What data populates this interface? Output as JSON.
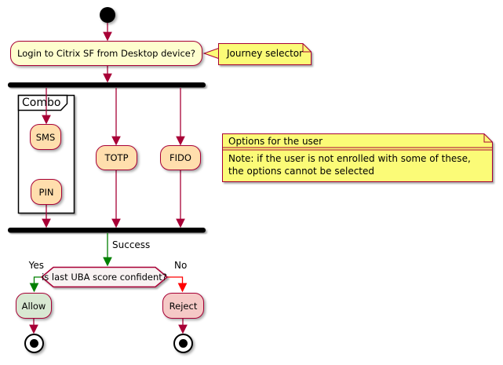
{
  "colors": {
    "border": "#A80036",
    "arrow": "#A80036",
    "success_green": "#008000",
    "no_red": "#FF0000",
    "activity_fill": "#FEFECE",
    "option_fill": "#FFDEAD",
    "note_fill": "#FBFB77",
    "allow_fill": "#D8E8D2",
    "reject_fill": "#F5C9C6",
    "decision_fill": "#F8F2F2",
    "bar_color": "#000000",
    "text_color": "#000000"
  },
  "nodes": {
    "login": {
      "label": "Login to Citrix SF from Desktop device?"
    },
    "sms": {
      "label": "SMS"
    },
    "pin": {
      "label": "PIN"
    },
    "totp": {
      "label": "TOTP"
    },
    "fido": {
      "label": "FIDO"
    },
    "decision": {
      "label": "is last UBA score confident?"
    },
    "allow": {
      "label": "Allow"
    },
    "reject": {
      "label": "Reject"
    }
  },
  "partition": {
    "label": "Combo"
  },
  "notes": {
    "journey": {
      "text": "Journey selector"
    },
    "options": {
      "title": "Options for the user",
      "body": "Note: if the user is not enrolled with some of these, the options cannot be selected"
    }
  },
  "edge_labels": {
    "success": "Success",
    "yes": "Yes",
    "no": "No"
  }
}
